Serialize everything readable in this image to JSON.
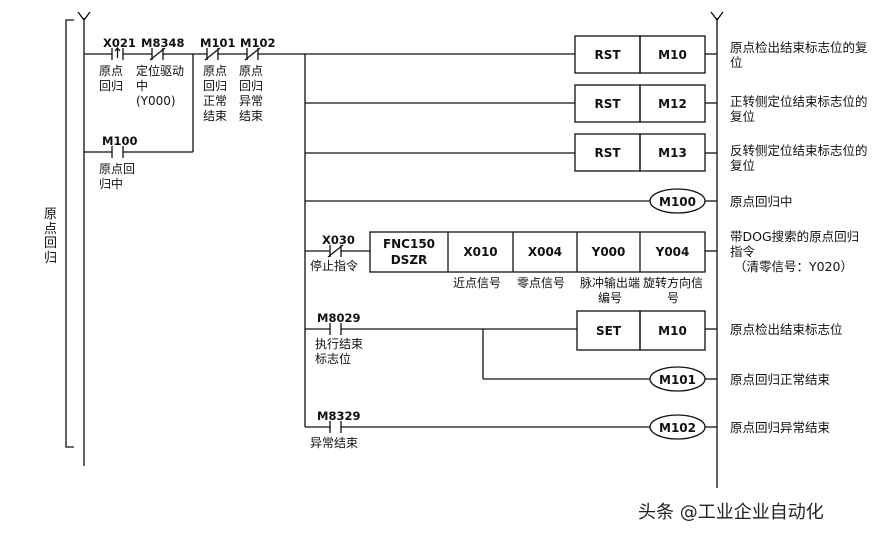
{
  "section_label": "原点回归",
  "rungs": [
    {
      "contacts": [
        {
          "device": "X021",
          "type": "rising-edge",
          "comment": "原点回归"
        },
        {
          "device": "M8348",
          "type": "nc",
          "comment": "定位驱动中(Y000)"
        },
        {
          "device": "M101",
          "type": "nc",
          "comment": "原点回归正常结束"
        },
        {
          "device": "M102",
          "type": "nc",
          "comment": "原点回归异常结束"
        }
      ],
      "branch": {
        "device": "M100",
        "type": "no",
        "comment": "原点回归中"
      },
      "instr": "RST",
      "operand": "M10",
      "note": "原点检出结束标志位的复位"
    },
    {
      "instr": "RST",
      "operand": "M12",
      "note": "正转侧定位结束标志位的复位"
    },
    {
      "instr": "RST",
      "operand": "M13",
      "note": "反转侧定位结束标志位的复位"
    },
    {
      "coil": "M100",
      "note": "原点回归中"
    },
    {
      "contact": {
        "device": "X030",
        "type": "nc",
        "comment": "停止指令"
      },
      "fnc": [
        "FNC150",
        "DSZR"
      ],
      "operands": [
        {
          "device": "X010",
          "comment": "近点信号"
        },
        {
          "device": "X004",
          "comment": "零点信号"
        },
        {
          "device": "Y000",
          "comment": "脉冲输出端编号"
        },
        {
          "device": "Y004",
          "comment": "旋转方向信号"
        }
      ],
      "note": "带DOG搜索的原点回归指令",
      "note2": "（清零信号：Y020）"
    },
    {
      "contact": {
        "device": "M8029",
        "type": "no",
        "comment": "执行结束标志位"
      },
      "instr": "SET",
      "operand": "M10",
      "note": "原点检出结束标志位"
    },
    {
      "coil": "M101",
      "note": "原点回归正常结束"
    },
    {
      "contact": {
        "device": "M8329",
        "type": "no",
        "comment": "异常结束"
      },
      "coil": "M102",
      "note": "原点回归异常结束"
    }
  ],
  "watermark": "头条 @工业企业自动化"
}
